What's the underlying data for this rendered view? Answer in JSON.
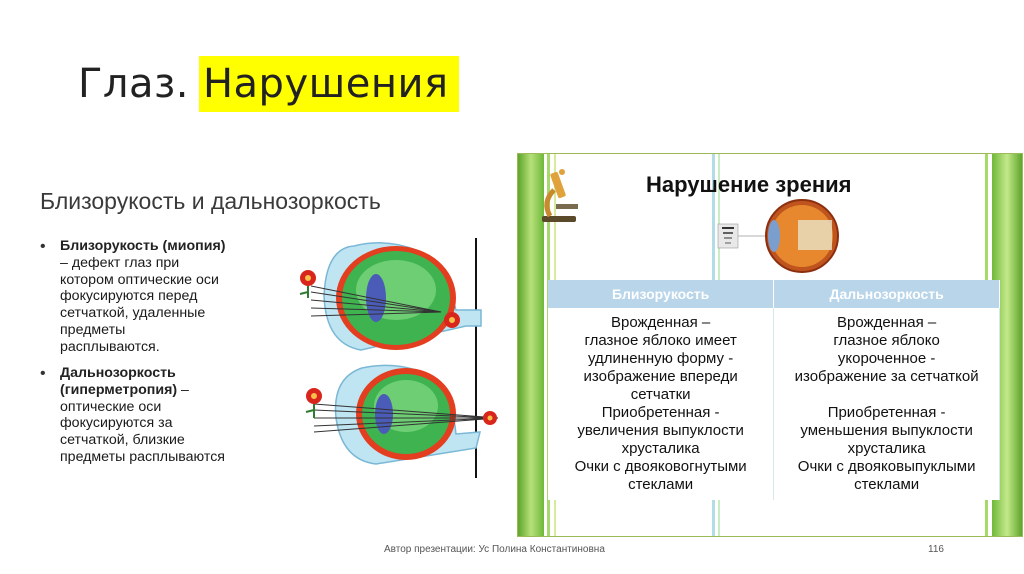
{
  "slide": {
    "title_plain": "Глаз.",
    "title_highlight": "Нарушения"
  },
  "left": {
    "heading": "Близорукость и дальнозоркость",
    "bullet1_term": "Близорукость  (миопия)",
    "bullet1_lines": [
      "– дефект глаз при",
      "котором оптические оси",
      "фокусируются перед",
      "сетчаткой, удаленные",
      "предметы",
      "расплываются."
    ],
    "bullet2_term_1": "Дальнозоркость",
    "bullet2_term_2": "(гиперметропия)",
    "bullet2_dash": " –",
    "bullet2_lines": [
      "оптические оси",
      "фокусируются за",
      "сетчаткой, близкие",
      "предметы расплываются"
    ]
  },
  "right": {
    "heading": "Нарушение зрения",
    "table": {
      "headers": [
        "Близорукость",
        "Дальнозоркость"
      ],
      "col1_lines": [
        "Врожденная –",
        "глазное яблоко имеет",
        "удлиненную форму -",
        "изображение впереди",
        "сетчатки",
        "Приобретенная -",
        "увеличения выпуклости",
        "хрусталика",
        "Очки с двояковогнутыми",
        "стеклами"
      ],
      "col2_lines": [
        "Врожденная –",
        "глазное яблоко",
        "укороченное  -",
        "изображение за сетчаткой",
        "",
        "Приобретенная -",
        "уменьшения выпуклости",
        "хрусталика",
        "Очки с двояковыпуклыми",
        "стеклами"
      ]
    }
  },
  "footer": {
    "author": "Автор презентации: Ус Полина Константиновна",
    "page": "116"
  },
  "colors": {
    "highlight": "#ffff00",
    "table_header": "#b9d5ea",
    "stripe_green": "#8dc63f",
    "eye_green": "#3fb34f",
    "eye_red": "#d9411e",
    "eye_blue": "#4a5bb8"
  }
}
